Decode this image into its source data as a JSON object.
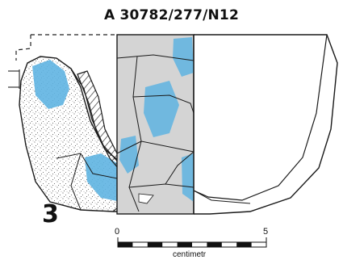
{
  "title": "A 30782/277/N12",
  "figure_number": "3",
  "scale_bar": {
    "start_label": "0",
    "end_label": "5",
    "unit_label": "centimetr"
  },
  "colors": {
    "outline": "#1a1a1a",
    "sherd_fill": "#d4d4d4",
    "pigment_blue": "#5fb4e2",
    "stipple": "#333333"
  }
}
